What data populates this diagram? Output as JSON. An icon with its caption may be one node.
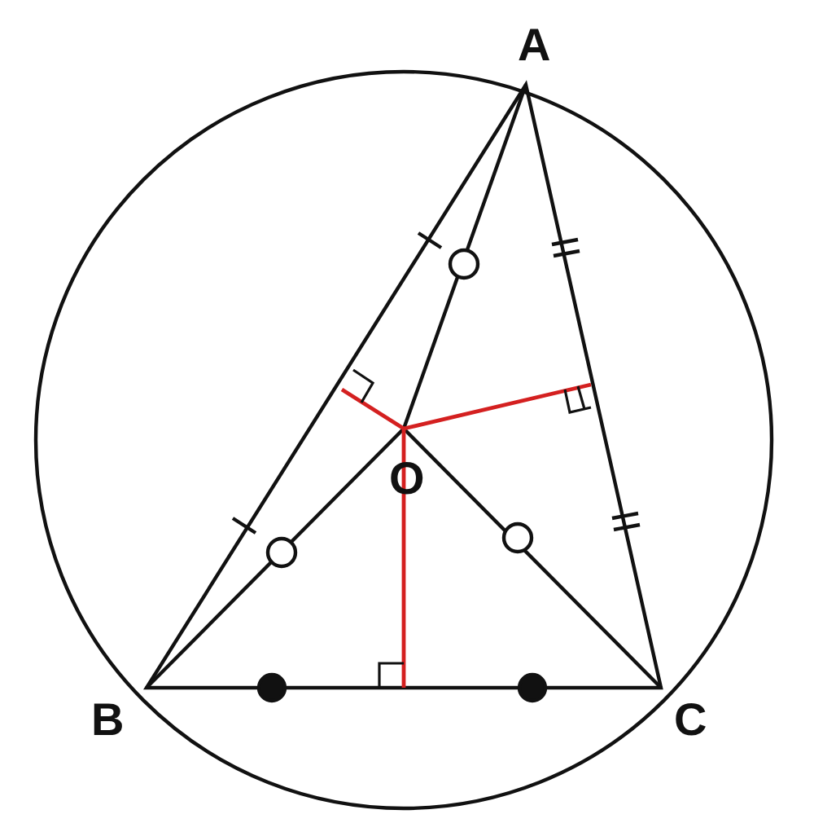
{
  "diagram": {
    "labels": [
      "A",
      "O",
      "B",
      "C"
    ]
  }
}
